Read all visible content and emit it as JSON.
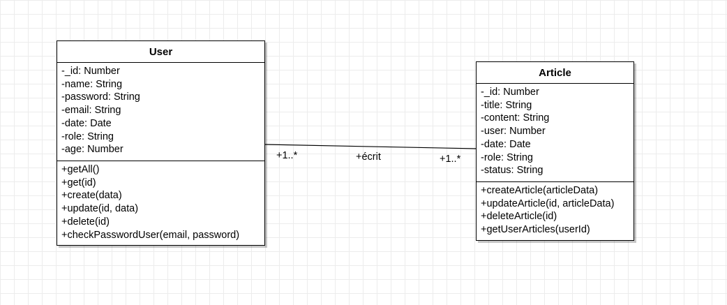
{
  "classes": {
    "user": {
      "name": "User",
      "attributes": [
        "-_id: Number",
        "-name: String",
        "-password: String",
        "-email: String",
        "-date: Date",
        "-role: String",
        "-age: Number"
      ],
      "methods": [
        "+getAll()",
        "+get(id)",
        "+create(data)",
        "+update(id, data)",
        "+delete(id)",
        "+checkPasswordUser(email, password)"
      ]
    },
    "article": {
      "name": "Article",
      "attributes": [
        "-_id: Number",
        "-title: String",
        "-content: String",
        "-user: Number",
        "-date: Date",
        "-role: String",
        "-status: String"
      ],
      "methods": [
        "+createArticle(articleData)",
        "+updateArticle(id, articleData)",
        "+deleteArticle(id)",
        "+getUserArticles(userId)"
      ]
    }
  },
  "association": {
    "label": "+écrit",
    "source_multiplicity": "+1..*",
    "target_multiplicity": "+1..*"
  }
}
